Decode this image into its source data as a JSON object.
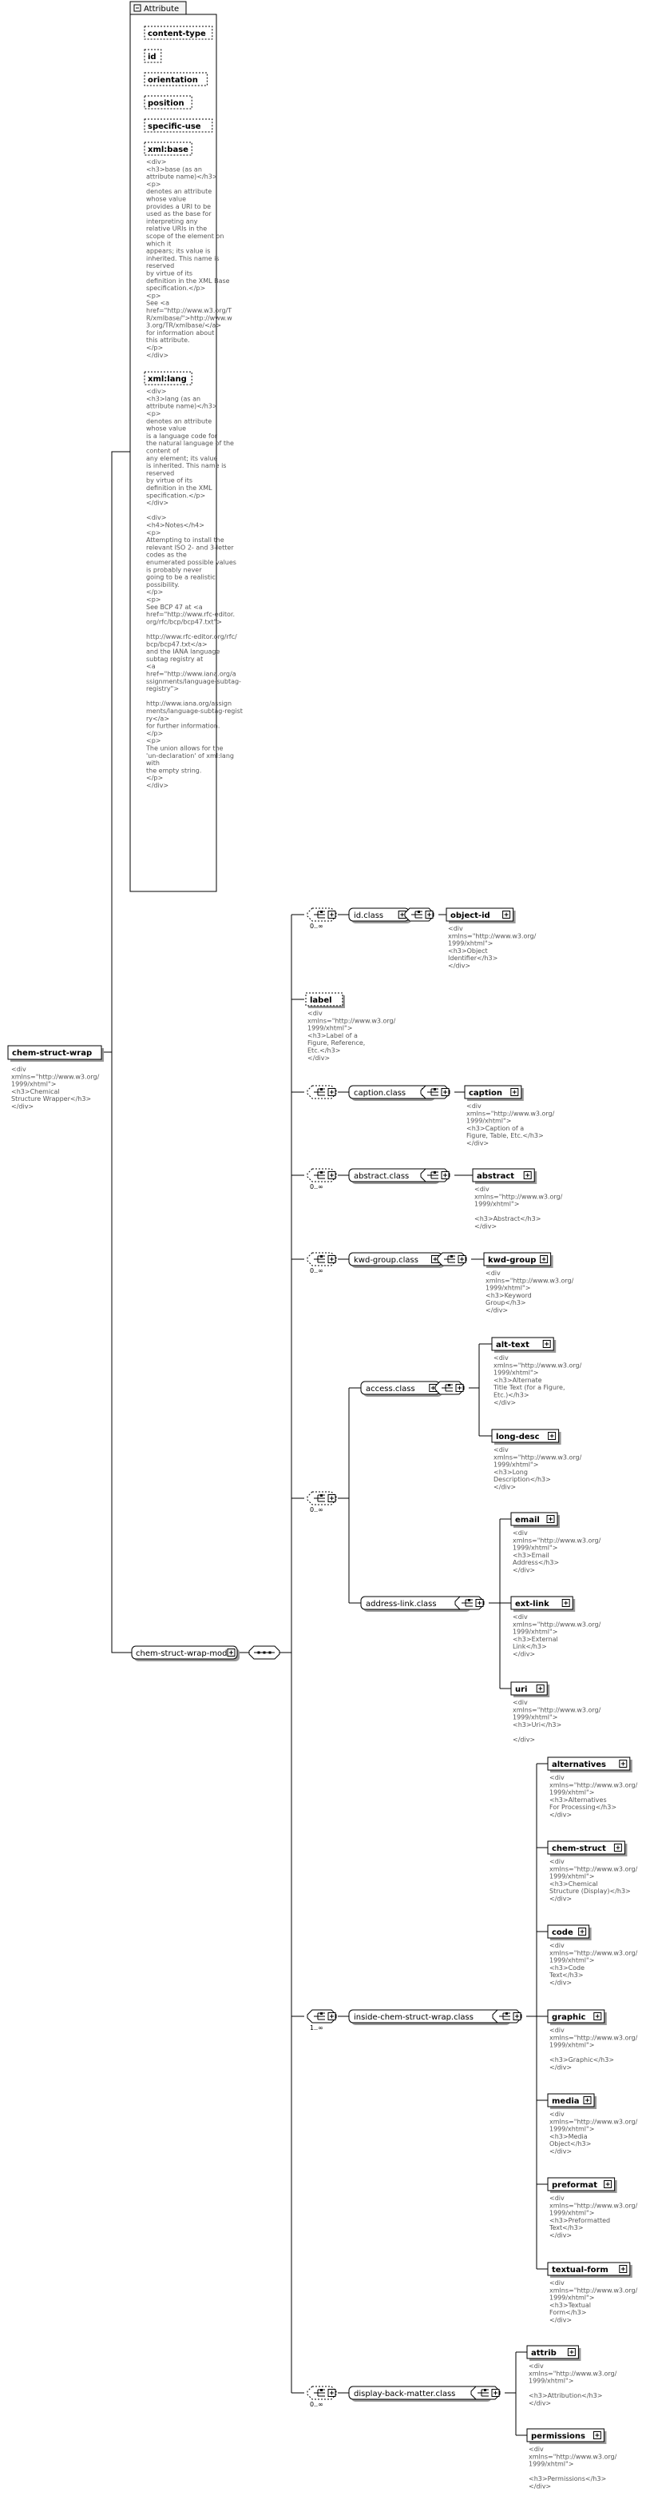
{
  "attribute_group": {
    "title": "Attribute",
    "attributes": [
      {
        "name": "content-type",
        "doc": []
      },
      {
        "name": "id",
        "doc": []
      },
      {
        "name": "orientation",
        "doc": []
      },
      {
        "name": "position",
        "doc": []
      },
      {
        "name": "specific-use",
        "doc": []
      },
      {
        "name": "xml:base",
        "doc": [
          "<div>",
          "        <h3>base (as an",
          "attribute name)</h3>",
          "        <p>",
          "        denotes an attribute",
          "whose value",
          "        provides a URI to be",
          "used as the base for",
          "interpreting any",
          "        relative URIs in the",
          "scope of the element on",
          "which it",
          "        appears; its value is",
          "inherited.  This name is",
          "reserved",
          "        by virtue of its",
          "definition in the XML Base",
          "specification.</p>",
          "        <p>",
          "        See <a",
          "href=\"http://www.w3.org/T",
          "R/xmlbase/\">http://www.w",
          "3.org/TR/xmlbase/</a>",
          "        for information about",
          "this attribute.",
          "        </p>",
          "</div>"
        ]
      },
      {
        "name": "xml:lang",
        "doc": [
          "<div>",
          "        <h3>lang (as an",
          "attribute name)</h3>",
          "        <p>",
          "        denotes an attribute",
          "whose value",
          "        is a language code for",
          "the natural language of the",
          "content of",
          "        any element; its value",
          "is inherited.  This name is",
          "reserved",
          "        by virtue of its",
          "definition in the XML",
          "specification.</p>",
          "</div>",
          "",
          "<div>",
          "        <h4>Notes</h4>",
          "        <p>",
          "        Attempting to install the",
          "relevant ISO 2- and 3-letter",
          "        codes as the",
          "enumerated possible values",
          "is probably never",
          "        going to be a realistic",
          "possibility.",
          "        </p>",
          "        <p>",
          "        See BCP 47 at <a",
          "href=\"http://www.rfc-editor.",
          "org/rfc/bcp/bcp47.txt\">",
          "",
          "http://www.rfc-editor.org/rfc/",
          "bcp/bcp47.txt</a>",
          "        and the IANA language",
          "subtag registry at",
          "        <a",
          "href=\"http://www.iana.org/a",
          "ssignments/language-subtag-",
          "registry\">",
          "",
          "http://www.iana.org/assign",
          "ments/language-subtag-regist",
          "ry</a>",
          "        for further information.",
          "        </p>",
          "        <p>",
          "        The union allows for the",
          "'un-declaration' of xml:lang",
          "with",
          "        the empty string.",
          "        </p>",
          "</div>"
        ]
      }
    ]
  },
  "root": {
    "name": "chem-struct-wrap",
    "doc": [
      "<div",
      "xmlns=\"http://www.w3.org/",
      "1999/xhtml\">",
      "            <h3>Chemical",
      "Structure Wrapper</h3>",
      "</div>"
    ]
  },
  "model": {
    "name": "chem-struct-wrap-model"
  },
  "cardinalities": {
    "zero_many": "0..∞",
    "one_many": "1..∞"
  },
  "groups": {
    "id_class": {
      "name": "id.class",
      "card": "0..∞"
    },
    "caption_class": {
      "name": "caption.class"
    },
    "abstract_class": {
      "name": "abstract.class",
      "card": "0..∞"
    },
    "kwd_group_class": {
      "name": "kwd-group.class",
      "card": "0..∞"
    },
    "choice_card": "0..∞",
    "access_class": {
      "name": "access.class"
    },
    "address_link_class": {
      "name": "address-link.class"
    },
    "inside_class": {
      "name": "inside-chem-struct-wrap.class",
      "card": "1..∞"
    },
    "display_back_matter_class": {
      "name": "display-back-matter.class",
      "card": "0..∞"
    }
  },
  "elements": {
    "object_id": {
      "name": "object-id",
      "doc": [
        "<div",
        "xmlns=\"http://www.w3.org/",
        "1999/xhtml\">",
        "            <h3>Object",
        "Identifier</h3>",
        "</div>"
      ]
    },
    "label": {
      "name": "label",
      "doc": [
        "<div",
        "xmlns=\"http://www.w3.org/",
        "1999/xhtml\">",
        "            <h3>Label of a",
        "Figure, Reference,",
        "Etc.</h3>",
        "</div>"
      ]
    },
    "caption": {
      "name": "caption",
      "doc": [
        "<div",
        "xmlns=\"http://www.w3.org/",
        "1999/xhtml\">",
        "            <h3>Caption of a",
        "Figure, Table, Etc.</h3>",
        "</div>"
      ]
    },
    "abstract": {
      "name": "abstract",
      "doc": [
        "<div",
        "xmlns=\"http://www.w3.org/",
        "1999/xhtml\">",
        "",
        "<h3>Abstract</h3>",
        "</div>"
      ]
    },
    "kwd_group": {
      "name": "kwd-group",
      "doc": [
        "<div",
        "xmlns=\"http://www.w3.org/",
        "1999/xhtml\">",
        "            <h3>Keyword",
        "Group</h3>",
        "</div>"
      ]
    },
    "alt_text": {
      "name": "alt-text",
      "doc": [
        "<div",
        "xmlns=\"http://www.w3.org/",
        "1999/xhtml\">",
        "            <h3>Alternate",
        "Title Text (for a Figure,",
        "Etc.)</h3>",
        "</div>"
      ]
    },
    "long_desc": {
      "name": "long-desc",
      "doc": [
        "<div",
        "xmlns=\"http://www.w3.org/",
        "1999/xhtml\">",
        "            <h3>Long",
        "Description</h3>",
        "</div>"
      ]
    },
    "email": {
      "name": "email",
      "doc": [
        "<div",
        "xmlns=\"http://www.w3.org/",
        "1999/xhtml\">",
        "            <h3>Email",
        "Address</h3>",
        "</div>"
      ]
    },
    "ext_link": {
      "name": "ext-link",
      "doc": [
        "<div",
        "xmlns=\"http://www.w3.org/",
        "1999/xhtml\">",
        "            <h3>External",
        "Link</h3>",
        "</div>"
      ]
    },
    "uri": {
      "name": "uri",
      "doc": [
        "<div",
        "xmlns=\"http://www.w3.org/",
        "1999/xhtml\">",
        "            <h3>Uri</h3>",
        "",
        "</div>"
      ]
    },
    "alternatives": {
      "name": "alternatives",
      "doc": [
        "<div",
        "xmlns=\"http://www.w3.org/",
        "1999/xhtml\">",
        "            <h3>Alternatives",
        "For Processing</h3>",
        "</div>"
      ]
    },
    "chem_struct": {
      "name": "chem-struct",
      "doc": [
        "<div",
        "xmlns=\"http://www.w3.org/",
        "1999/xhtml\">",
        "            <h3>Chemical",
        "Structure (Display)</h3>",
        "</div>"
      ]
    },
    "code": {
      "name": "code",
      "doc": [
        "<div",
        "xmlns=\"http://www.w3.org/",
        "1999/xhtml\">",
        "            <h3>Code",
        "Text</h3>",
        "</div>"
      ]
    },
    "graphic": {
      "name": "graphic",
      "doc": [
        "<div",
        "xmlns=\"http://www.w3.org/",
        "1999/xhtml\">",
        "",
        "<h3>Graphic</h3>",
        "</div>"
      ]
    },
    "media": {
      "name": "media",
      "doc": [
        "<div",
        "xmlns=\"http://www.w3.org/",
        "1999/xhtml\">",
        "            <h3>Media",
        "Object</h3>",
        "</div>"
      ]
    },
    "preformat": {
      "name": "preformat",
      "doc": [
        "<div",
        "xmlns=\"http://www.w3.org/",
        "1999/xhtml\">",
        "            <h3>Preformatted",
        "Text</h3>",
        "</div>"
      ]
    },
    "textual_form": {
      "name": "textual-form",
      "doc": [
        "<div",
        "xmlns=\"http://www.w3.org/",
        "1999/xhtml\">",
        "            <h3>Textual",
        "Form</h3>",
        "</div>"
      ]
    },
    "attrib": {
      "name": "attrib",
      "doc": [
        "<div",
        "xmlns=\"http://www.w3.org/",
        "1999/xhtml\">",
        "",
        "<h3>Attribution</h3>",
        "</div>"
      ]
    },
    "permissions": {
      "name": "permissions",
      "doc": [
        "<div",
        "xmlns=\"http://www.w3.org/",
        "1999/xhtml\">",
        "",
        "<h3>Permissions</h3>",
        "</div>"
      ]
    }
  }
}
